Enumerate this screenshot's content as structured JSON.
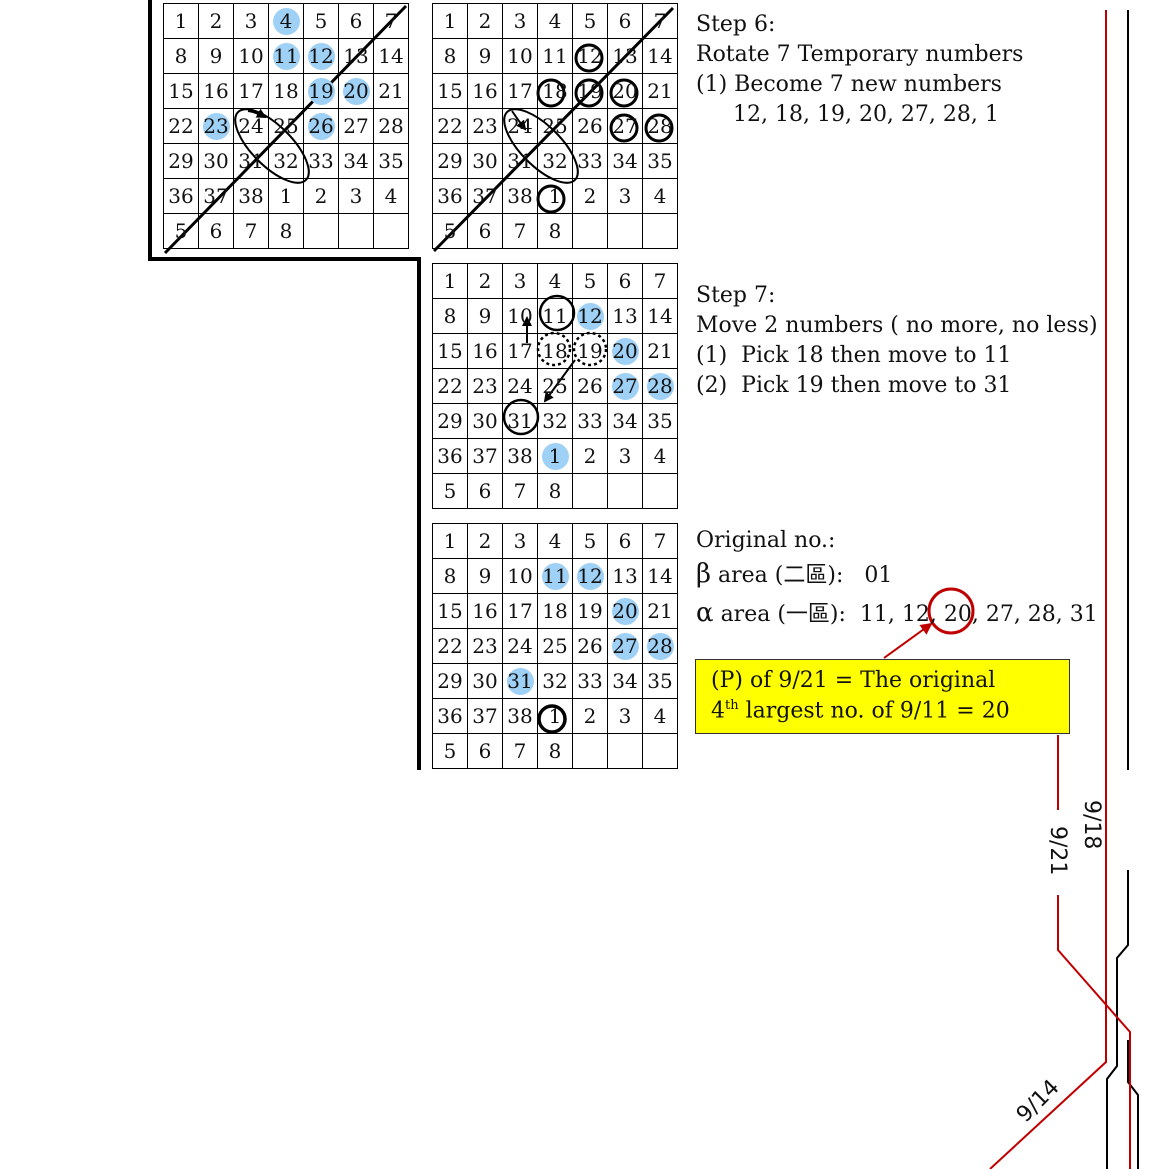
{
  "grids": [
    {
      "id": "g1",
      "numbers": [
        1,
        2,
        3,
        4,
        5,
        6,
        7,
        8,
        9,
        10,
        11,
        12,
        13,
        14,
        15,
        16,
        17,
        18,
        19,
        20,
        21,
        22,
        23,
        24,
        25,
        26,
        27,
        28,
        29,
        30,
        31,
        32,
        33,
        34,
        35,
        36,
        37,
        38,
        1,
        2,
        3,
        4,
        5,
        6,
        7,
        8
      ],
      "highlighted": [
        3,
        10,
        11,
        18,
        19,
        22,
        25
      ]
    },
    {
      "id": "g2",
      "numbers": [
        1,
        2,
        3,
        4,
        5,
        6,
        7,
        8,
        9,
        10,
        11,
        12,
        13,
        14,
        15,
        16,
        17,
        18,
        19,
        20,
        21,
        22,
        23,
        24,
        25,
        26,
        27,
        28,
        29,
        30,
        31,
        32,
        33,
        34,
        35,
        36,
        37,
        38,
        1,
        2,
        3,
        4,
        5,
        6,
        7,
        8
      ],
      "highlighted": []
    },
    {
      "id": "g3",
      "numbers": [
        1,
        2,
        3,
        4,
        5,
        6,
        7,
        8,
        9,
        10,
        11,
        12,
        13,
        14,
        15,
        16,
        17,
        18,
        19,
        20,
        21,
        22,
        23,
        24,
        25,
        26,
        27,
        28,
        29,
        30,
        31,
        32,
        33,
        34,
        35,
        36,
        37,
        38,
        1,
        2,
        3,
        4,
        5,
        6,
        7,
        8
      ],
      "highlighted": [
        11,
        19,
        26,
        27,
        38
      ]
    },
    {
      "id": "g4",
      "numbers": [
        1,
        2,
        3,
        4,
        5,
        6,
        7,
        8,
        9,
        10,
        11,
        12,
        13,
        14,
        15,
        16,
        17,
        18,
        19,
        20,
        21,
        22,
        23,
        24,
        25,
        26,
        27,
        28,
        29,
        30,
        31,
        32,
        33,
        34,
        35,
        36,
        37,
        38,
        1,
        2,
        3,
        4,
        5,
        6,
        7,
        8
      ],
      "highlighted": [
        10,
        11,
        19,
        26,
        27,
        30
      ]
    }
  ],
  "step6": {
    "title": "Step 6:",
    "line1": "Rotate 7 Temporary numbers",
    "line2": "(1) Become 7 new numbers",
    "line3": "12, 18, 19, 20, 27, 28, 1"
  },
  "step7": {
    "title": "Step 7:",
    "line1": "Move 2 numbers ( no more, no less)",
    "line2": "(1)  Pick 18 then move to 11",
    "line3": "(2)  Pick 19 then move to 31"
  },
  "original": {
    "title": "Original no.:",
    "beta_symbol": "β",
    "beta_line": "area (二區):   01",
    "alpha_symbol": "α",
    "alpha_line": "area (一區):  11, 12, 20, 27, 28, 31"
  },
  "callout": {
    "line1": "(P) of 9/21 = The original",
    "line2_prefix": "4",
    "line2_sup": "th",
    "line2_suffix": " largest no. of 9/11 = 20"
  },
  "dates": {
    "d1": "9/18",
    "d2": "9/21",
    "d3": "9/14"
  },
  "colors": {
    "highlight": "#9fd0f6",
    "callout_bg": "#ffff00",
    "red_line": "#c00000"
  }
}
